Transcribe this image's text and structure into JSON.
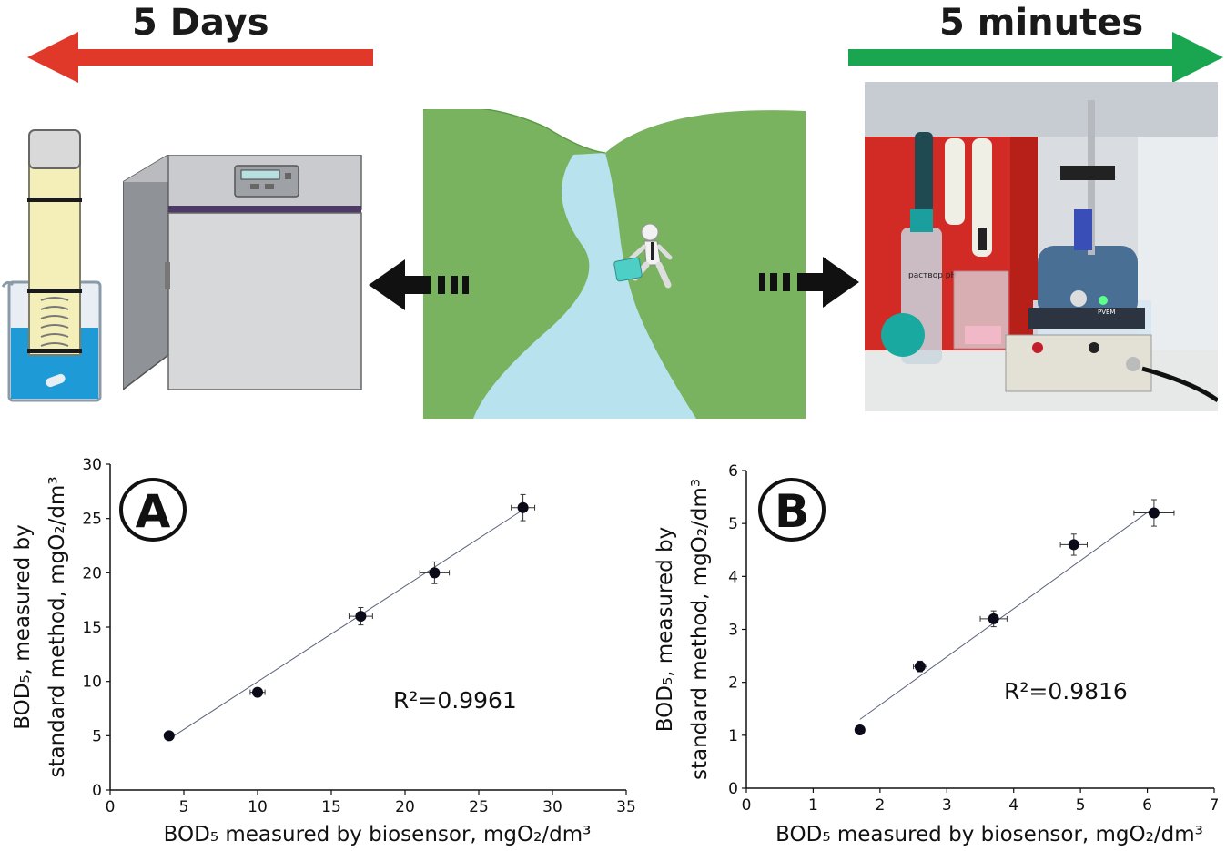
{
  "header": {
    "left_label": "5 Days",
    "right_label": "5 minutes",
    "colors": {
      "left_arrow": "#e0392a",
      "right_arrow": "#1aa550"
    }
  },
  "icons": [
    "bod-bottle-in-beaker-icon",
    "incubator-icon",
    "river-landscape-icon",
    "running-businessman-icon",
    "lab-biosensor-photo"
  ],
  "photo_labels": {
    "bottle": "раствор рН",
    "device": "PVEM"
  },
  "chart_data": [
    {
      "type": "scatter",
      "panel": "A",
      "annotation": "R²=0.9961",
      "xlabel": "BOD₅ measured by biosensor, mgO₂/dm³",
      "ylabel_line1": "BOD₅, measured by",
      "ylabel_line2": "standard method, mgO₂/dm³",
      "xlim": [
        0,
        35
      ],
      "ylim": [
        0,
        30
      ],
      "xticks": [
        0,
        5,
        10,
        15,
        20,
        25,
        30,
        35
      ],
      "yticks": [
        0,
        5,
        10,
        15,
        20,
        25,
        30
      ],
      "points": [
        {
          "x": 4,
          "y": 5,
          "xerr": 0.3,
          "yerr": 0.3
        },
        {
          "x": 10,
          "y": 9,
          "xerr": 0.5,
          "yerr": 0.4
        },
        {
          "x": 17,
          "y": 16,
          "xerr": 0.8,
          "yerr": 0.8
        },
        {
          "x": 22,
          "y": 20,
          "xerr": 1.0,
          "yerr": 1.0
        },
        {
          "x": 28,
          "y": 26,
          "xerr": 0.8,
          "yerr": 1.2
        }
      ],
      "fit_line": {
        "x": [
          4,
          28
        ],
        "y": [
          4.7,
          25.8
        ]
      }
    },
    {
      "type": "scatter",
      "panel": "B",
      "annotation": "R²=0.9816",
      "xlabel": "BOD₅ measured by biosensor, mgO₂/dm³",
      "ylabel_line1": "BOD₅, measured by",
      "ylabel_line2": "standard method, mgO₂/dm³",
      "xlim": [
        0,
        7
      ],
      "ylim": [
        0,
        6
      ],
      "xticks": [
        0,
        1,
        2,
        3,
        4,
        5,
        6,
        7
      ],
      "yticks": [
        0,
        1,
        2,
        3,
        4,
        5,
        6
      ],
      "points": [
        {
          "x": 1.7,
          "y": 1.1,
          "xerr": 0.05,
          "yerr": 0.05
        },
        {
          "x": 2.6,
          "y": 2.3,
          "xerr": 0.1,
          "yerr": 0.1
        },
        {
          "x": 3.7,
          "y": 3.2,
          "xerr": 0.2,
          "yerr": 0.15
        },
        {
          "x": 4.9,
          "y": 4.6,
          "xerr": 0.2,
          "yerr": 0.2
        },
        {
          "x": 6.1,
          "y": 5.2,
          "xerr": 0.3,
          "yerr": 0.25
        }
      ],
      "fit_line": {
        "x": [
          1.7,
          6.1
        ],
        "y": [
          1.3,
          5.3
        ]
      }
    }
  ]
}
